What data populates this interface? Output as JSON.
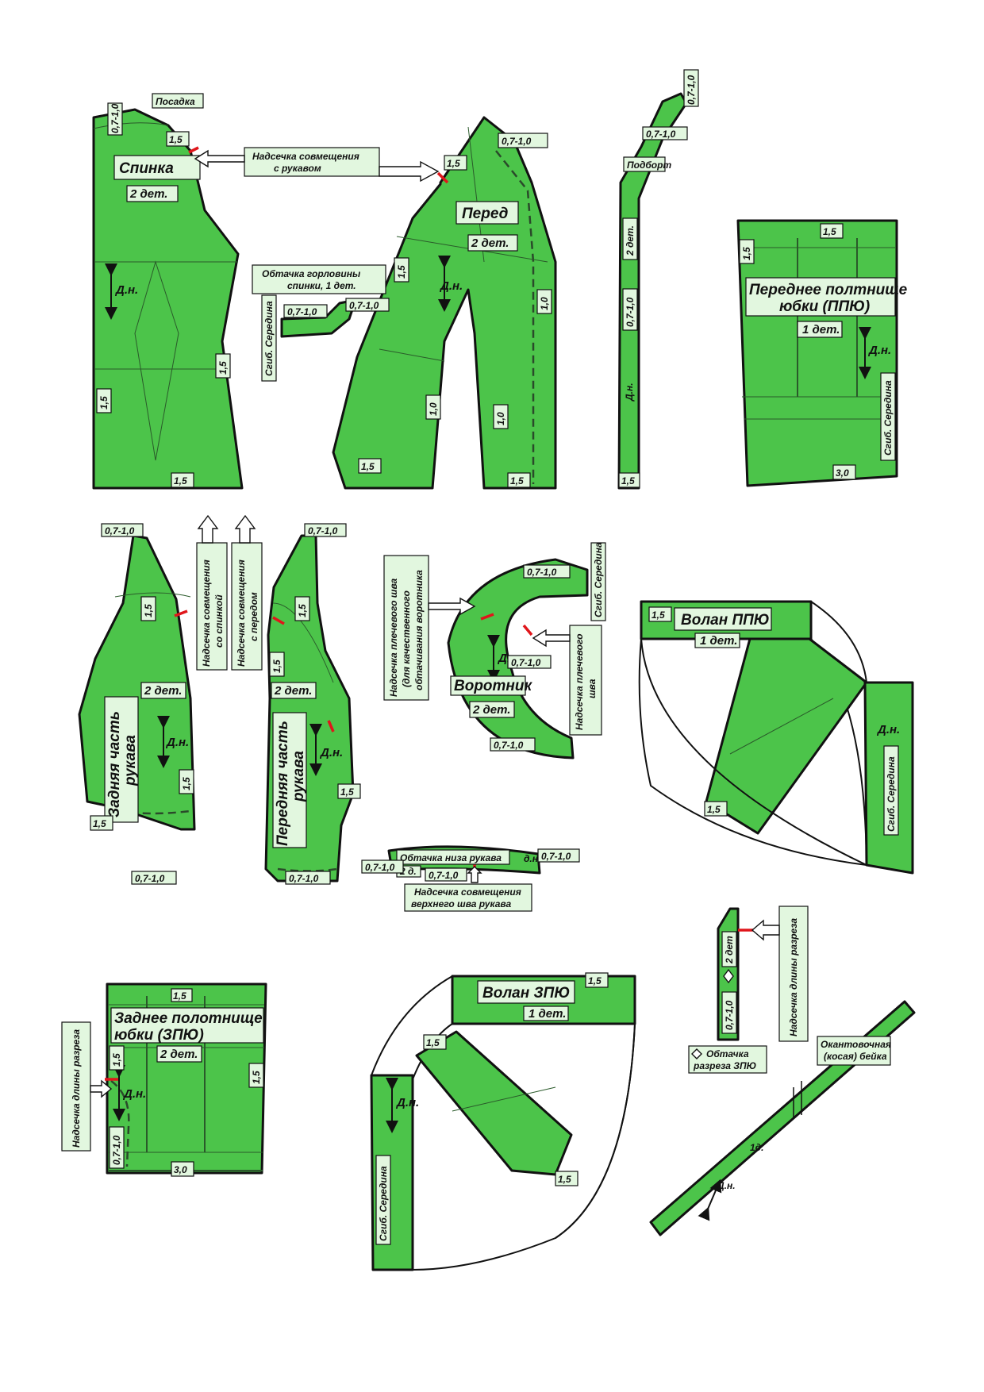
{
  "sheet": {
    "back": {
      "title": "Спинка",
      "count": "2 дет.",
      "easing": "Посадка",
      "grain": "Д.н.",
      "allow_top": "0,7-1,0",
      "allow_shoulder": "1,5",
      "allow_side": "1,5",
      "allow_left": "1,5",
      "allow_hem": "1,5"
    },
    "notch_sleeve": {
      "line1": "Надсечка совмещения",
      "line2": "с рукавом"
    },
    "front": {
      "title": "Перед",
      "count": "2 дет.",
      "grain": "Д.н.",
      "allow_neck": "0,7-1,0",
      "allow_shoulder": "1,5",
      "allow_side": "1,5",
      "allow_center": "1,0",
      "allow_mid": "1,0",
      "allow_mid2": "1,0",
      "allow_hem1": "1,5",
      "allow_hem2": "1,5"
    },
    "neck_facing": {
      "line1": "Обтачка горловины",
      "line2": "спинки, 1 дет.",
      "fold": "Сгиб. Середина",
      "allow1": "0,7-1,0",
      "allow2": "0,7-1,0"
    },
    "facing_strip": {
      "title": "Подборт",
      "count": "2 дет.",
      "allow_top": "0,7-1,0",
      "allow_top2": "0,7-1,0",
      "allow_side": "0,7-1,0",
      "allow_hem": "1,5",
      "grain": "Д.н."
    },
    "front_skirt": {
      "line1": "Переднее полтнище",
      "line2": "юбки (ППЮ)",
      "count": "1 дет.",
      "grain": "Д.н.",
      "fold": "Сгиб. Середина",
      "allow_top": "1,5",
      "allow_side": "1,5",
      "allow_hem": "3,0"
    },
    "back_sleeve": {
      "line1": "Задняя часть",
      "line2": "рукава",
      "count": "2 дет.",
      "grain": "Д.н.",
      "allow_top": "0,7-1,0",
      "allow_front": "1,5",
      "allow_side": "1,5",
      "allow_back": "1,5",
      "allow_hem": "0,7-1,0"
    },
    "notch_back": {
      "line1": "Надсечка совмещения",
      "line2": "со спинкой"
    },
    "notch_front": {
      "line1": "Надсечка совмещения",
      "line2": "с передом"
    },
    "front_sleeve": {
      "line1": "Передняя часть",
      "line2": "рукава",
      "count": "2 дет.",
      "grain": "Д.н.",
      "allow_top": "0,7-1,0",
      "allow_a": "1,5",
      "allow_b": "1,5",
      "allow_c": "1,5",
      "allow_hem": "0,7-1,0"
    },
    "collar": {
      "title": "Воротник",
      "count": "2 дет.",
      "grain": "Д.н.",
      "fold": "Сгиб. Середина",
      "allow_top": "0,7-1,0",
      "allow_inner": "0,7-1,0",
      "allow_outer": "0,7-1,0"
    },
    "collar_notch_left": {
      "line1": "Надсечка плечевого шва",
      "line2": "(для качественного",
      "line3": "обтачивания воротника"
    },
    "collar_notch_right": {
      "line1": "Надсечка плечевого",
      "line2": "шва"
    },
    "sleeve_hem_facing": {
      "title": "Обтачка низа рукава",
      "count": "2 д.",
      "grain": "д.н.",
      "allow_left": "0,7-1,0",
      "allow_right": "0,7-1,0",
      "allow_bottom": "0,7-1,0",
      "note1": "Надсечка совмещения",
      "note2": "верхнего шва рукава"
    },
    "ruffle_front": {
      "title": "Волан ППЮ",
      "count": "1 дет.",
      "grain": "Д.н.",
      "fold": "Сгиб. Середина",
      "allow_top": "1,5",
      "allow_bottom": "1,5"
    },
    "slit_facing": {
      "count": "2 дет",
      "allow": "0,7-1,0",
      "note1": "Надсечка длины разреза",
      "caption1": "Обтачка",
      "caption2": "разреза ЗПЮ"
    },
    "back_skirt": {
      "line1": "Заднее полотнище",
      "line2": "юбки (ЗПЮ)",
      "count": "2 дет.",
      "grain": "Д.н.",
      "allow_top": "1,5",
      "allow_left": "1,5",
      "allow_right": "1,5",
      "allow_slit": "0,7-1,0",
      "allow_hem": "3,0",
      "slit_note": "Надсечка длины разреза"
    },
    "ruffle_back": {
      "title": "Волан ЗПЮ",
      "count": "1 дет.",
      "grain": "Д.н.",
      "fold": "Сгиб. Середина",
      "allow_top": "1,5",
      "allow_a": "1,5",
      "allow_b": "1,5"
    },
    "bias_tape": {
      "line1": "Окантовочная",
      "line2": "(косая) бейка",
      "count": "1д.",
      "grain": "Д.н."
    }
  },
  "colors": {
    "fabric": "#4cc44a",
    "label_box": "#e2f7df",
    "notch": "#e0161b"
  }
}
